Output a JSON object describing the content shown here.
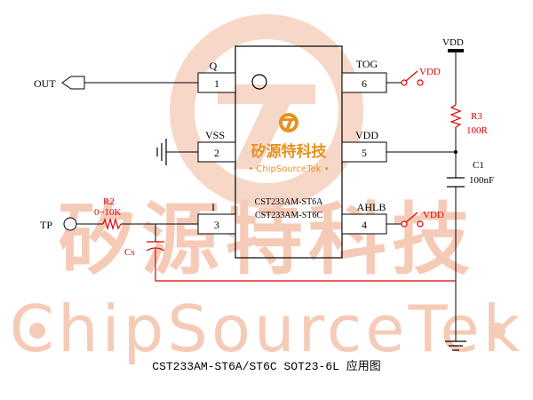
{
  "watermark": {
    "big_cn": "矽源特科技",
    "big_en": "ChipSourceTek",
    "color": "#f5cbb8",
    "logo_color": "#f7d7c8"
  },
  "chip": {
    "logo_cn": "矽源特科技",
    "logo_en": "• ChipSourceTek •",
    "logo_color": "#e8901e",
    "model_a": "CST233AM-ST6A",
    "model_c": "CST233AM-ST6C",
    "pins": {
      "p1": {
        "num": "1",
        "name": "Q"
      },
      "p2": {
        "num": "2",
        "name": "VSS"
      },
      "p3": {
        "num": "3",
        "name": "I"
      },
      "p4": {
        "num": "4",
        "name": "AHLB"
      },
      "p5": {
        "num": "5",
        "name": "VDD"
      },
      "p6": {
        "num": "6",
        "name": "TOG"
      }
    }
  },
  "labels": {
    "out": "OUT",
    "tp": "TP",
    "vdd_top": "VDD",
    "vdd_tog": "VDD",
    "vdd_ahlb": "VDD",
    "r2_name": "R2",
    "r2_value": "0~10K",
    "r3_name": "R3",
    "r3_value": "100R",
    "c1_name": "C1",
    "c1_value": "100nF",
    "cs_name": "Cs"
  },
  "caption": "CST233AM-ST6A/ST6C SOT23-6L 应用图",
  "colors": {
    "line": "#000000",
    "accent_red": "#e00000"
  }
}
